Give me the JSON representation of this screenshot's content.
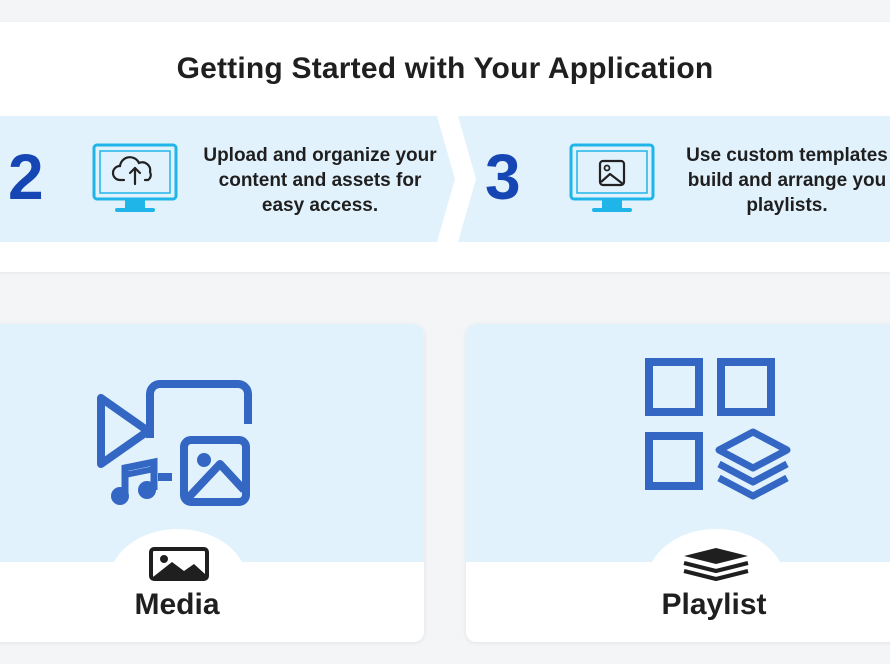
{
  "header": {
    "title": "Getting Started with Your Application"
  },
  "steps": [
    {
      "number": "2",
      "icon": "cloud-upload-icon",
      "lines": [
        "Upload and organize your",
        "content and assets for",
        "easy access."
      ]
    },
    {
      "number": "3",
      "icon": "image-icon",
      "lines": [
        "Use custom templates",
        "build and arrange you",
        "playlists."
      ]
    }
  ],
  "tiles": [
    {
      "label": "Media",
      "icon": "media-collection-icon",
      "badge_icon": "image-frame-icon"
    },
    {
      "label": "Playlist",
      "icon": "grid-layers-icon",
      "badge_icon": "layers-icon"
    }
  ],
  "colors": {
    "accent": "#1546b3",
    "icon_blue": "#3467c4",
    "cyan": "#1fb5e8",
    "strip_bg": "#e2f2fc"
  }
}
